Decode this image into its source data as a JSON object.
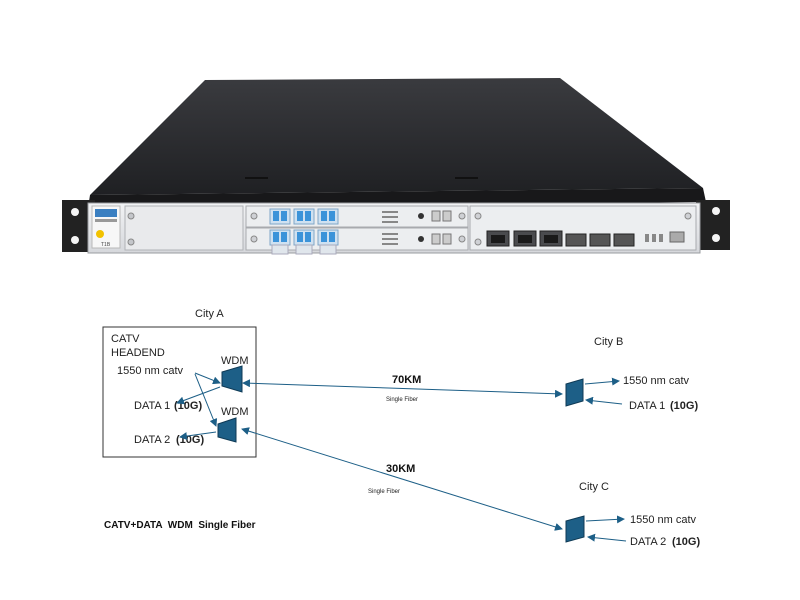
{
  "device": {
    "brand_tag": "T1B"
  },
  "diagram": {
    "city_a": "City A",
    "city_b": "City B",
    "city_c": "City C",
    "headend_line1": "CATV",
    "headend_line2": "HEADEND",
    "wdm_label": "WDM",
    "catv_label": "1550 nm catv",
    "data1_label": "DATA 1",
    "data2_label": "DATA 2",
    "speed_label": "(10G)",
    "link_b_distance": "70KM",
    "link_c_distance": "30KM",
    "fiber_label": "Single Fiber",
    "caption": "CATV+DATA  WDM  Single Fiber"
  },
  "colors": {
    "wdm_fill": "#1d5f87",
    "wdm_stroke": "#0f3a55",
    "arrow": "#1d5f87",
    "chassis_top": "#2b2b2e",
    "front_panel": "#e4e5e8",
    "sfp_blue": "#2f8fd6"
  }
}
